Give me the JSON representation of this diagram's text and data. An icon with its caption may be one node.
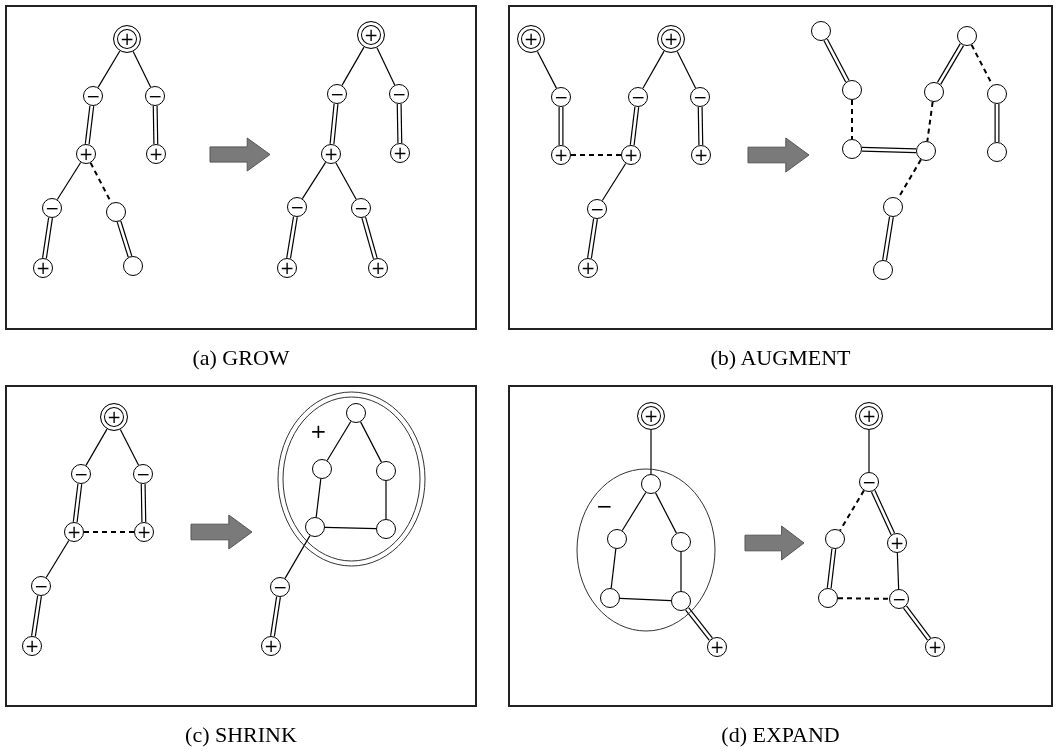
{
  "diagram": {
    "nodes": [
      {
        "text": [
          "(a) GROW"
        ]
      },
      {
        "text": [
          "+"
        ],
        "in": 0
      },
      {
        "text": [
          "−"
        ],
        "in": 0
      },
      {
        "text": [
          "−"
        ],
        "in": 0
      },
      {
        "text": [
          "+"
        ],
        "in": 0
      },
      {
        "text": [
          "+"
        ],
        "in": 0
      },
      {
        "text": [
          "−"
        ],
        "in": 0
      },
      {
        "text": [],
        "shape": "circle",
        "in": 0
      },
      {
        "text": [
          "+"
        ],
        "in": 0
      },
      {
        "text": [],
        "shape": "circle",
        "in": 0
      },
      {
        "text": [
          "+"
        ],
        "in": 0
      },
      {
        "text": [
          "−"
        ],
        "in": 0
      },
      {
        "text": [
          "−"
        ],
        "in": 0
      },
      {
        "text": [
          "+"
        ],
        "in": 0
      },
      {
        "text": [
          "+"
        ],
        "in": 0
      },
      {
        "text": [
          "−"
        ],
        "in": 0
      },
      {
        "text": [
          "−"
        ],
        "in": 0
      },
      {
        "text": [
          "+"
        ],
        "in": 0
      },
      {
        "text": [
          "+"
        ],
        "in": 0
      },
      {
        "text": [
          "(b) AUGMENT"
        ]
      },
      {
        "text": [
          "+"
        ],
        "in": 19
      },
      {
        "text": [
          "−"
        ],
        "in": 19
      },
      {
        "text": [
          "+"
        ],
        "in": 19
      },
      {
        "text": [
          "+"
        ],
        "in": 19
      },
      {
        "text": [
          "−"
        ],
        "in": 19
      },
      {
        "text": [
          "−"
        ],
        "in": 19
      },
      {
        "text": [
          "+"
        ],
        "in": 19
      },
      {
        "text": [
          "+"
        ],
        "in": 19
      },
      {
        "text": [
          "−"
        ],
        "in": 19
      },
      {
        "text": [
          "+"
        ],
        "in": 19
      },
      {
        "text": [],
        "shape": "circle",
        "in": 19
      },
      {
        "text": [],
        "shape": "circle",
        "in": 19
      },
      {
        "text": [],
        "shape": "circle",
        "in": 19
      },
      {
        "text": [],
        "shape": "circle",
        "in": 19
      },
      {
        "text": [],
        "shape": "circle",
        "in": 19
      },
      {
        "text": [],
        "shape": "circle",
        "in": 19
      },
      {
        "text": [],
        "shape": "circle",
        "in": 19
      },
      {
        "text": [],
        "shape": "circle",
        "in": 19
      },
      {
        "text": [],
        "shape": "circle",
        "in": 19
      },
      {
        "text": [],
        "shape": "circle",
        "in": 19
      },
      {
        "text": [
          "(c) SHRINK"
        ]
      },
      {
        "text": [
          "+"
        ],
        "in": 40
      },
      {
        "text": [
          "−"
        ],
        "in": 40
      },
      {
        "text": [
          "−"
        ],
        "in": 40
      },
      {
        "text": [
          "+"
        ],
        "in": 40
      },
      {
        "text": [
          "+"
        ],
        "in": 40
      },
      {
        "text": [
          "−"
        ],
        "in": 40
      },
      {
        "text": [
          "+"
        ],
        "in": 40
      },
      {
        "text": [
          "+"
        ],
        "in": 40
      },
      {
        "text": [],
        "shape": "circle",
        "in": 48
      },
      {
        "text": [],
        "shape": "circle",
        "in": 48
      },
      {
        "text": [],
        "shape": "circle",
        "in": 48
      },
      {
        "text": [],
        "shape": "circle",
        "in": 48
      },
      {
        "text": [],
        "shape": "circle",
        "in": 48
      },
      {
        "text": [
          "−"
        ],
        "in": 40
      },
      {
        "text": [
          "+"
        ],
        "in": 40
      },
      {
        "text": [
          "(d) EXPAND"
        ]
      },
      {
        "text": [
          "+"
        ],
        "in": 56
      },
      {
        "text": [
          "−"
        ],
        "in": 56
      },
      {
        "text": [],
        "shape": "circle",
        "in": 58
      },
      {
        "text": [],
        "shape": "circle",
        "in": 58
      },
      {
        "text": [],
        "shape": "circle",
        "in": 58
      },
      {
        "text": [],
        "shape": "circle",
        "in": 58
      },
      {
        "text": [],
        "shape": "circle",
        "in": 58
      },
      {
        "text": [
          "+"
        ],
        "in": 56
      },
      {
        "text": [
          "+"
        ],
        "in": 56
      },
      {
        "text": [
          "−"
        ],
        "in": 56
      },
      {
        "text": [],
        "shape": "circle",
        "in": 56
      },
      {
        "text": [
          "+"
        ],
        "in": 56
      },
      {
        "text": [],
        "shape": "circle",
        "in": 56
      },
      {
        "text": [
          "−"
        ],
        "in": 56
      },
      {
        "text": [
          "+"
        ],
        "in": 56
      }
    ],
    "edges": [
      {
        "from": 1,
        "to": 2,
        "arrow": "none"
      },
      {
        "from": 1,
        "to": 3,
        "arrow": "none"
      },
      {
        "from": 2,
        "to": 4,
        "arrow": "none",
        "style": "thick"
      },
      {
        "from": 3,
        "to": 5,
        "arrow": "none",
        "style": "thick"
      },
      {
        "from": 4,
        "to": 6,
        "arrow": "none"
      },
      {
        "from": 4,
        "to": 7,
        "arrow": "none",
        "style": "dashed"
      },
      {
        "from": 6,
        "to": 8,
        "arrow": "none",
        "style": "thick"
      },
      {
        "from": 7,
        "to": 9,
        "arrow": "none",
        "style": "thick"
      },
      {
        "from": 10,
        "to": 11,
        "arrow": "none"
      },
      {
        "from": 10,
        "to": 12,
        "arrow": "none"
      },
      {
        "from": 11,
        "to": 13,
        "arrow": "none",
        "style": "thick"
      },
      {
        "from": 12,
        "to": 14,
        "arrow": "none",
        "style": "thick"
      },
      {
        "from": 13,
        "to": 15,
        "arrow": "none"
      },
      {
        "from": 13,
        "to": 16,
        "arrow": "none"
      },
      {
        "from": 15,
        "to": 17,
        "arrow": "none",
        "style": "thick"
      },
      {
        "from": 16,
        "to": 18,
        "arrow": "none",
        "style": "thick"
      },
      {
        "from": 20,
        "to": 21,
        "arrow": "none"
      },
      {
        "from": 21,
        "to": 22,
        "arrow": "none",
        "style": "thick"
      },
      {
        "from": 22,
        "to": 26,
        "arrow": "none",
        "style": "dashed"
      },
      {
        "from": 23,
        "to": 24,
        "arrow": "none"
      },
      {
        "from": 23,
        "to": 25,
        "arrow": "none"
      },
      {
        "from": 24,
        "to": 26,
        "arrow": "none",
        "style": "thick"
      },
      {
        "from": 25,
        "to": 27,
        "arrow": "none",
        "style": "thick"
      },
      {
        "from": 26,
        "to": 28,
        "arrow": "none"
      },
      {
        "from": 28,
        "to": 29,
        "arrow": "none",
        "style": "thick"
      },
      {
        "from": 30,
        "to": 31,
        "arrow": "none",
        "style": "thick"
      },
      {
        "from": 31,
        "to": 32,
        "arrow": "none",
        "style": "dashed"
      },
      {
        "from": 32,
        "to": 36,
        "arrow": "none",
        "style": "thick"
      },
      {
        "from": 33,
        "to": 34,
        "arrow": "none",
        "style": "thick"
      },
      {
        "from": 33,
        "to": 35,
        "arrow": "none",
        "style": "dashed"
      },
      {
        "from": 34,
        "to": 36,
        "arrow": "none",
        "style": "dashed"
      },
      {
        "from": 35,
        "to": 37,
        "arrow": "none",
        "style": "thick"
      },
      {
        "from": 36,
        "to": 38,
        "arrow": "none",
        "style": "dashed"
      },
      {
        "from": 38,
        "to": 39,
        "arrow": "none",
        "style": "thick"
      },
      {
        "from": 41,
        "to": 42,
        "arrow": "none"
      },
      {
        "from": 41,
        "to": 43,
        "arrow": "none"
      },
      {
        "from": 42,
        "to": 44,
        "arrow": "none",
        "style": "thick"
      },
      {
        "from": 43,
        "to": 45,
        "arrow": "none",
        "style": "thick"
      },
      {
        "from": 44,
        "to": 45,
        "arrow": "none",
        "style": "dashed"
      },
      {
        "from": 44,
        "to": 46,
        "arrow": "none"
      },
      {
        "from": 46,
        "to": 47,
        "arrow": "none",
        "style": "thick"
      },
      {
        "from": 49,
        "to": 50,
        "arrow": "none"
      },
      {
        "from": 49,
        "to": 51,
        "arrow": "none"
      },
      {
        "from": 50,
        "to": 52,
        "arrow": "none"
      },
      {
        "from": 51,
        "to": 53,
        "arrow": "none"
      },
      {
        "from": 52,
        "to": 53,
        "arrow": "none"
      },
      {
        "from": 52,
        "to": 54,
        "arrow": "none"
      },
      {
        "from": 54,
        "to": 55,
        "arrow": "none",
        "style": "thick"
      },
      {
        "from": 57,
        "to": 59,
        "arrow": "none"
      },
      {
        "from": 59,
        "to": 60,
        "arrow": "none"
      },
      {
        "from": 59,
        "to": 61,
        "arrow": "none"
      },
      {
        "from": 60,
        "to": 62,
        "arrow": "none"
      },
      {
        "from": 61,
        "to": 63,
        "arrow": "none"
      },
      {
        "from": 62,
        "to": 63,
        "arrow": "none"
      },
      {
        "from": 63,
        "to": 64,
        "arrow": "none",
        "style": "thick"
      },
      {
        "from": 65,
        "to": 66,
        "arrow": "none"
      },
      {
        "from": 66,
        "to": 67,
        "arrow": "none",
        "style": "dashed"
      },
      {
        "from": 66,
        "to": 68,
        "arrow": "none",
        "style": "thick"
      },
      {
        "from": 67,
        "to": 69,
        "arrow": "none",
        "style": "thick"
      },
      {
        "from": 68,
        "to": 70,
        "arrow": "none"
      },
      {
        "from": 69,
        "to": 70,
        "arrow": "none",
        "style": "dashed"
      },
      {
        "from": 70,
        "to": 71,
        "arrow": "none",
        "style": "thick"
      }
    ]
  }
}
